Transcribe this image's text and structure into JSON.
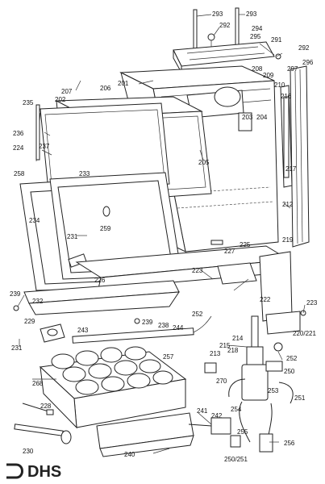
{
  "logo": {
    "text": "DHS"
  },
  "colors": {
    "ink": "#222222",
    "paper": "#ffffff"
  },
  "callouts": [
    {
      "id": "c293a",
      "text": "293"
    },
    {
      "id": "c293b",
      "text": "293"
    },
    {
      "id": "c292a",
      "text": "292"
    },
    {
      "id": "c294",
      "text": "294"
    },
    {
      "id": "c295",
      "text": "295"
    },
    {
      "id": "c291",
      "text": "291"
    },
    {
      "id": "c292b",
      "text": "292"
    },
    {
      "id": "c296",
      "text": "296"
    },
    {
      "id": "c297",
      "text": "297"
    },
    {
      "id": "c201",
      "text": "201"
    },
    {
      "id": "c208",
      "text": "208"
    },
    {
      "id": "c209",
      "text": "209"
    },
    {
      "id": "c210",
      "text": "210"
    },
    {
      "id": "c207",
      "text": "207"
    },
    {
      "id": "c206",
      "text": "206"
    },
    {
      "id": "c202",
      "text": "202"
    },
    {
      "id": "c235",
      "text": "235"
    },
    {
      "id": "c216",
      "text": "216"
    },
    {
      "id": "c203",
      "text": "203"
    },
    {
      "id": "c204",
      "text": "204"
    },
    {
      "id": "c236",
      "text": "236"
    },
    {
      "id": "c237",
      "text": "237"
    },
    {
      "id": "c224",
      "text": "224"
    },
    {
      "id": "c205",
      "text": "205"
    },
    {
      "id": "c258",
      "text": "258"
    },
    {
      "id": "c233",
      "text": "233"
    },
    {
      "id": "c217",
      "text": "217"
    },
    {
      "id": "c212",
      "text": "212"
    },
    {
      "id": "c259",
      "text": "259"
    },
    {
      "id": "c234",
      "text": "234"
    },
    {
      "id": "c231a",
      "text": "231"
    },
    {
      "id": "c219",
      "text": "219"
    },
    {
      "id": "c225",
      "text": "225"
    },
    {
      "id": "c227",
      "text": "227"
    },
    {
      "id": "c223a",
      "text": "223"
    },
    {
      "id": "c226",
      "text": "226"
    },
    {
      "id": "c239a",
      "text": "239"
    },
    {
      "id": "c232",
      "text": "232"
    },
    {
      "id": "c222",
      "text": "222"
    },
    {
      "id": "c223b",
      "text": "223"
    },
    {
      "id": "c252a",
      "text": "252"
    },
    {
      "id": "c229",
      "text": "229"
    },
    {
      "id": "c239b",
      "text": "239"
    },
    {
      "id": "c238",
      "text": "238"
    },
    {
      "id": "c243",
      "text": "243"
    },
    {
      "id": "c244",
      "text": "244"
    },
    {
      "id": "c220",
      "text": "220/221"
    },
    {
      "id": "c231b",
      "text": "231"
    },
    {
      "id": "c214",
      "text": "214"
    },
    {
      "id": "c215",
      "text": "215"
    },
    {
      "id": "c218",
      "text": "218"
    },
    {
      "id": "c213",
      "text": "213"
    },
    {
      "id": "c252b",
      "text": "252"
    },
    {
      "id": "c257",
      "text": "257"
    },
    {
      "id": "c250a",
      "text": "250"
    },
    {
      "id": "c270",
      "text": "270"
    },
    {
      "id": "c268",
      "text": "268"
    },
    {
      "id": "c253",
      "text": "253"
    },
    {
      "id": "c251",
      "text": "251"
    },
    {
      "id": "c254",
      "text": "254"
    },
    {
      "id": "c228",
      "text": "228"
    },
    {
      "id": "c241",
      "text": "241"
    },
    {
      "id": "c242",
      "text": "242"
    },
    {
      "id": "c255",
      "text": "255"
    },
    {
      "id": "c256",
      "text": "256"
    },
    {
      "id": "c230",
      "text": "230"
    },
    {
      "id": "c240",
      "text": "240"
    },
    {
      "id": "c250b",
      "text": "250/251"
    }
  ]
}
